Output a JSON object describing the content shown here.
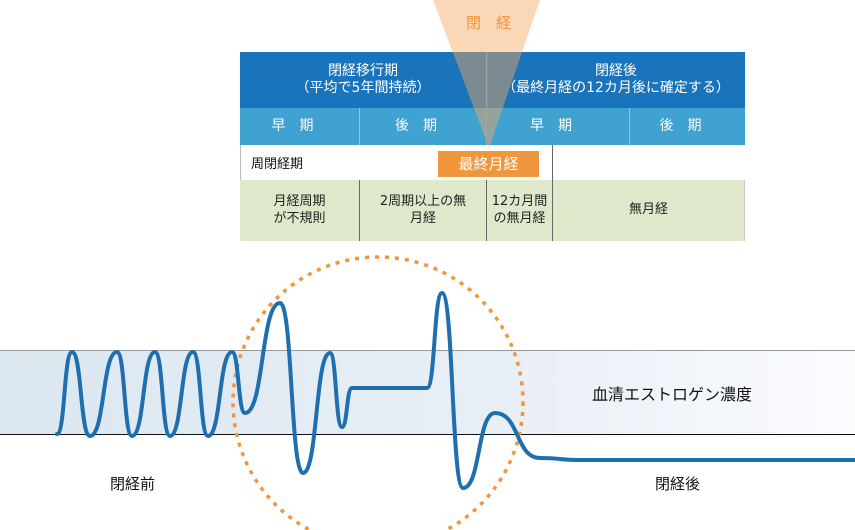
{
  "menopause_label": "閉　経",
  "table": {
    "header": [
      {
        "title": "閉経移行期",
        "note": "（平均で5年間持続）"
      },
      {
        "title": "閉経後",
        "note": "（最終月経の12カ月後に確定する）"
      }
    ],
    "subheader": [
      "早期",
      "後期",
      "早期",
      "後期"
    ],
    "perimenopause_label": "周閉経期",
    "last_period_label": "最終月経",
    "criteria": [
      "月経周期が不規則",
      "2周期以上の無月経",
      "12カ月間の無月経",
      "無月経"
    ]
  },
  "chart": {
    "band_label": "血清エストロゲン濃度",
    "before_label": "閉経前",
    "after_label": "閉経後"
  },
  "colors": {
    "dark_blue": "#1a74bb",
    "light_blue": "#40a2d0",
    "green": "#dfe8cb",
    "orange": "#f0963c",
    "wave": "#1f6fb0"
  }
}
